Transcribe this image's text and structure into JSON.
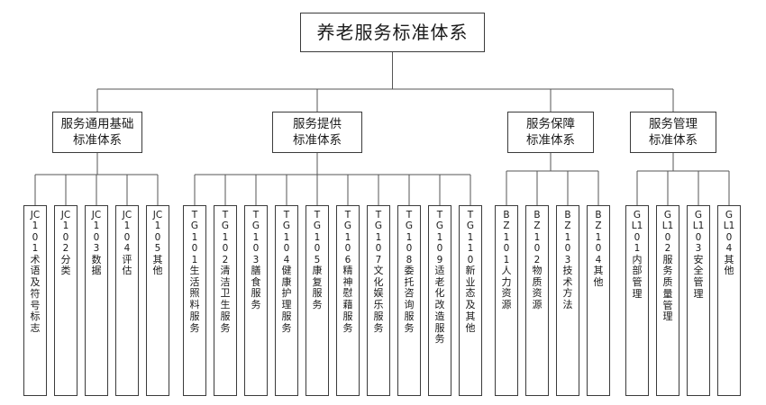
{
  "diagram": {
    "title": "养老服务标准体系",
    "root": {
      "label": "养老服务标准体系"
    },
    "branches": [
      {
        "id": "jc",
        "label": "服务通用基础\n标准体系"
      },
      {
        "id": "tg",
        "label": "服务提供\n标准体系"
      },
      {
        "id": "bz",
        "label": "服务保障\n标准体系"
      },
      {
        "id": "gl",
        "label": "服务管理\n标准体系"
      }
    ],
    "leaves": {
      "jc": [
        {
          "code": "JC101",
          "name": "术语及符号标志"
        },
        {
          "code": "JC102",
          "name": "分类"
        },
        {
          "code": "JC103",
          "name": "数据"
        },
        {
          "code": "JC104",
          "name": "评估"
        },
        {
          "code": "JC105",
          "name": "其他"
        }
      ],
      "tg": [
        {
          "code": "TG101",
          "name": "生活照料服务"
        },
        {
          "code": "TG102",
          "name": "清洁卫生服务"
        },
        {
          "code": "TG103",
          "name": "膳食服务"
        },
        {
          "code": "TG104",
          "name": "健康护理服务"
        },
        {
          "code": "TG105",
          "name": "康复服务"
        },
        {
          "code": "TG106",
          "name": "精神慰藉服务"
        },
        {
          "code": "TG107",
          "name": "文化娱乐服务"
        },
        {
          "code": "TG108",
          "name": "委托咨询服务"
        },
        {
          "code": "TG109",
          "name": "适老化改造服务"
        },
        {
          "code": "TG110",
          "name": "新业态及其他"
        }
      ],
      "bz": [
        {
          "code": "BZ101",
          "name": "人力资源"
        },
        {
          "code": "BZ102",
          "name": "物质资源"
        },
        {
          "code": "BZ103",
          "name": "技术方法"
        },
        {
          "code": "BZ104",
          "name": "其他"
        }
      ],
      "gl": [
        {
          "code": "GL101",
          "name": "内部管理"
        },
        {
          "code": "GL102",
          "name": "服务质量管理"
        },
        {
          "code": "GL103",
          "name": "安全管理"
        },
        {
          "code": "GL104",
          "name": "其他"
        }
      ]
    },
    "colors": {
      "box_border": "#3b3b3b",
      "connector": "#555555",
      "background": "#ffffff",
      "text": "#1a1a1a"
    }
  }
}
